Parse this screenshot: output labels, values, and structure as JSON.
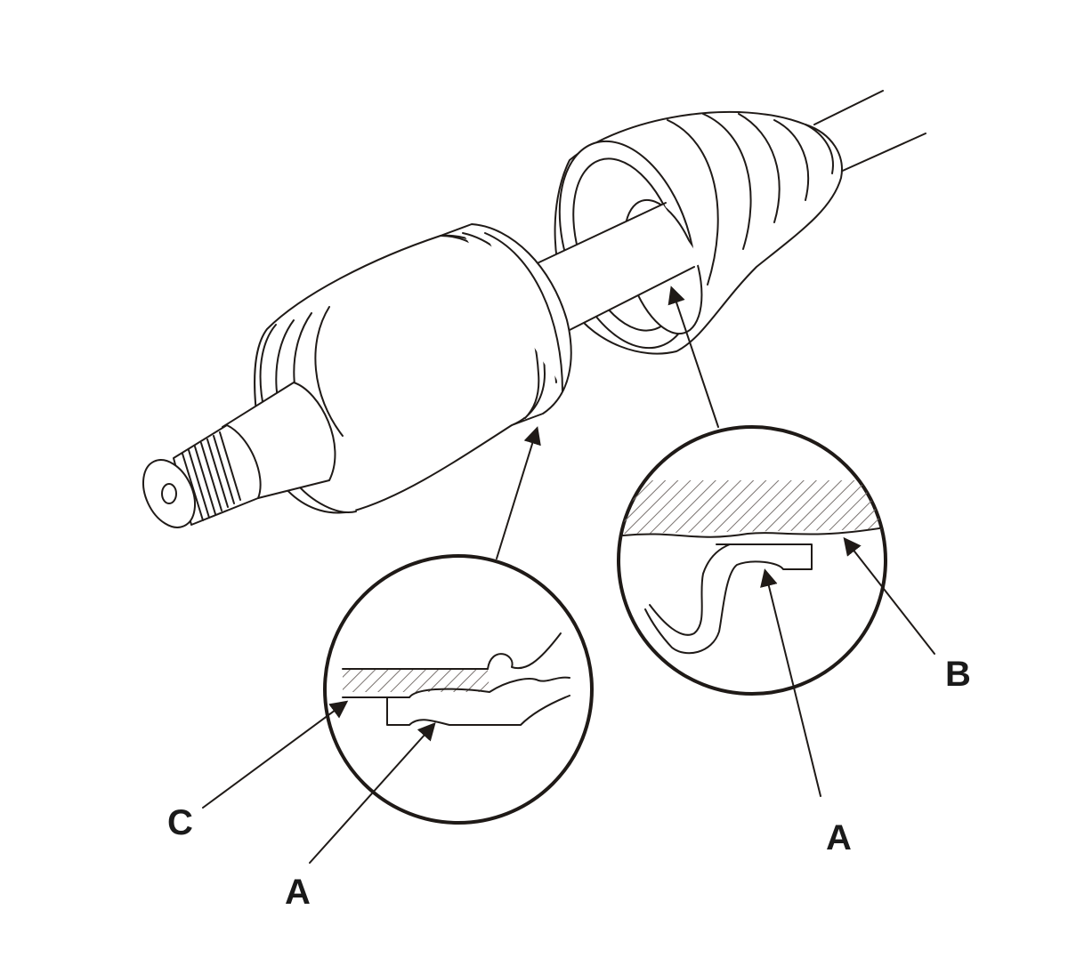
{
  "colors": {
    "line": "#1f1a17",
    "background": "#ffffff",
    "hatch": "#7a7370"
  },
  "labels": {
    "c": "C",
    "a_left": "A",
    "a_right": "A",
    "b": "B"
  },
  "components": {
    "axle_shaft": "axle-shaft",
    "inboard_joint_housing": "inboard-joint-housing",
    "boot": "cv-boot",
    "detail_left": "detail-circle-left",
    "detail_right": "detail-circle-right"
  }
}
